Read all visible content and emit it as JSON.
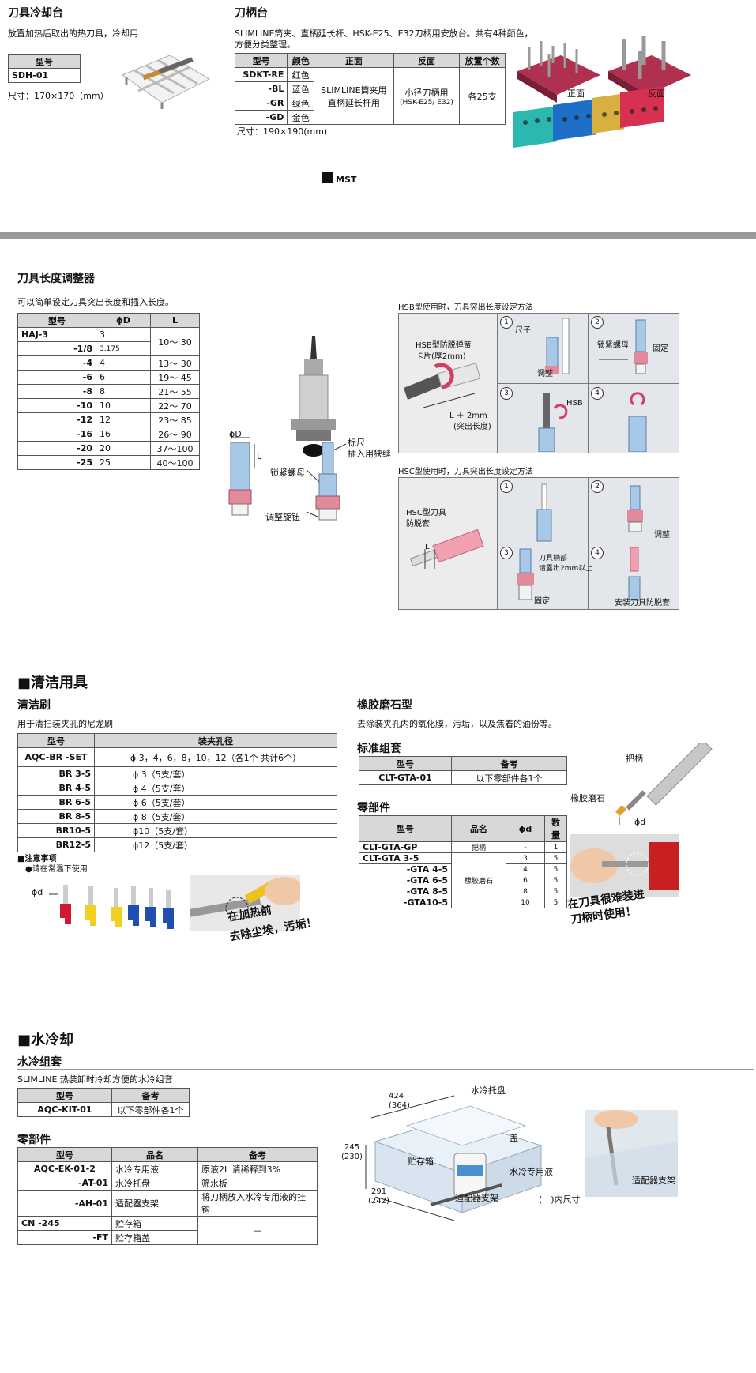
{
  "cooling": {
    "title": "刀具冷却台",
    "desc": "放置加热后取出的热刀具，冷却用",
    "header": "型号",
    "model": "SDH-01",
    "size": "尺寸：170×170（mm）"
  },
  "holder_stand": {
    "title": "刀柄台",
    "desc_line1": "SLIMLINE筒夹、直柄延长杆、HSK-E25、E32刀柄用安放台。共有4种颜色，",
    "desc_line2": "方便分类整理。",
    "headers": [
      "型号",
      "颜色",
      "正面",
      "反面",
      "放置个数"
    ],
    "rows": [
      {
        "model": "SDKT-RE",
        "color": "红色"
      },
      {
        "model": "-BL",
        "color": "蓝色"
      },
      {
        "model": "-GR",
        "color": "绿色"
      },
      {
        "model": "-GD",
        "color": "金色"
      }
    ],
    "front_line1": "SLIMLINE筒夹用",
    "front_line2": "直柄延长杆用",
    "back_line1": "小径刀柄用",
    "back_line2": "(HSK-E25/ E32)",
    "qty": "各25支",
    "size": "尺寸：190×190(mm)",
    "label_front": "正面",
    "label_back": "反面"
  },
  "logo": "MST",
  "adjuster": {
    "title": "刀具长度调整器",
    "desc": "可以简单设定刀具突出长度和插入长度。",
    "headers": [
      "型号",
      "ϕD",
      "L"
    ],
    "rows": [
      {
        "model": "HAJ-3",
        "d": "3",
        "l": "10～ 30"
      },
      {
        "model": "-1/8",
        "d": "3.175",
        "l": ""
      },
      {
        "model": "-4",
        "d": "4",
        "l": "13～ 30"
      },
      {
        "model": "-6",
        "d": "6",
        "l": "19～ 45"
      },
      {
        "model": "-8",
        "d": "8",
        "l": "21～ 55"
      },
      {
        "model": "-10",
        "d": "10",
        "l": "22～ 70"
      },
      {
        "model": "-12",
        "d": "12",
        "l": "23～ 85"
      },
      {
        "model": "-16",
        "d": "16",
        "l": "26～ 90"
      },
      {
        "model": "-20",
        "d": "20",
        "l": "37～100"
      },
      {
        "model": "-25",
        "d": "25",
        "l": "40～100"
      }
    ],
    "diag_phi_d": "ϕD",
    "diag_l": "L",
    "label_scale": "标尺",
    "label_slot": "插入用狭缝",
    "label_nut": "锁紧螺母",
    "label_knob": "调整旋钮"
  },
  "hsb": {
    "title": "HSB型使用时，刀具突出长度设定方法",
    "spring_line1": "HSB型防脱弹簧",
    "spring_line2": "卡片(厚2mm)",
    "len_line1": "L ＋ 2mm",
    "len_line2": "(突出长度)",
    "steps": [
      "1",
      "2",
      "3",
      "4"
    ],
    "ruler": "尺子",
    "adjust": "调整",
    "lock_nut": "锁紧螺母",
    "fix": "固定",
    "hsb_label": "HSB"
  },
  "hsc": {
    "title": "HSC型使用时，刀具突出长度设定方法",
    "sleeve_line1": "HSC型刀具",
    "sleeve_line2": "防脱套",
    "l": "L",
    "steps": [
      "1",
      "2",
      "3",
      "4"
    ],
    "adjust": "调整",
    "expose_line1": "刀具柄部",
    "expose_line2": "请露出2mm以上",
    "fix": "固定",
    "install": "安装刀具防脱套"
  },
  "cleaning": {
    "title": "■清洁用具",
    "brush": {
      "title": "清洁刷",
      "desc": "用于清扫装夹孔的尼龙刷",
      "headers": [
        "型号",
        "装夹孔径"
      ],
      "rows": [
        {
          "model": "AQC-BR -SET",
          "dia": "ϕ 3，4，6，8，10，12（各1个 共计6个）"
        },
        {
          "model": "BR  3-5",
          "dia": "ϕ 3（5支/套）"
        },
        {
          "model": "BR  4-5",
          "dia": "ϕ 4（5支/套）"
        },
        {
          "model": "BR  6-5",
          "dia": "ϕ 6（5支/套）"
        },
        {
          "model": "BR  8-5",
          "dia": "ϕ 8（5支/套）"
        },
        {
          "model": "BR10-5",
          "dia": "ϕ10（5支/套）"
        },
        {
          "model": "BR12-5",
          "dia": "ϕ12（5支/套）"
        }
      ],
      "note_title": "■注意事项",
      "note": "●请在常温下使用",
      "phi_d": "ϕd",
      "slogan_line1": "在加热前",
      "slogan_line2": "去除尘埃，污垢！"
    },
    "stone": {
      "title": "橡胶磨石型",
      "desc": "去除装夹孔内的氧化膜，污垢，以及焦着的油份等。",
      "set_title": "标准组套",
      "set_headers": [
        "型号",
        "备考"
      ],
      "set_row": {
        "model": "CLT-GTA-01",
        "note": "以下零部件各1个"
      },
      "parts_title": "零部件",
      "parts_headers": [
        "型号",
        "品名",
        "ϕd",
        "数量"
      ],
      "parts_rows": [
        {
          "model": "CLT-GTA-GP",
          "name": "把柄",
          "d": "-",
          "qty": "1"
        },
        {
          "model": "CLT-GTA  3-5",
          "name": "",
          "d": "3",
          "qty": "5"
        },
        {
          "model": "-GTA  4-5",
          "name": "",
          "d": "4",
          "qty": "5"
        },
        {
          "model": "-GTA  6-5",
          "name": "",
          "d": "6",
          "qty": "5"
        },
        {
          "model": "-GTA  8-5",
          "name": "",
          "d": "8",
          "qty": "5"
        },
        {
          "model": "-GTA10-5",
          "name": "",
          "d": "10",
          "qty": "5"
        }
      ],
      "stone_name": "橡胶磨石",
      "label_handle": "把柄",
      "label_stone": "橡胶磨石",
      "label_phid": "ϕd",
      "slogan_line1": "在刀具很难装进",
      "slogan_line2": "刀柄时使用！"
    }
  },
  "water": {
    "title": "■水冷却",
    "kit_title": "水冷组套",
    "desc": "SLIMLINE 热装卸时冷却方便的水冷组套",
    "kit_headers": [
      "型号",
      "备考"
    ],
    "kit_row": {
      "model": "AQC-KIT-01",
      "note": "以下零部件各1个"
    },
    "parts_title": "零部件",
    "parts_headers": [
      "型号",
      "品名",
      "备考"
    ],
    "parts_rows": [
      {
        "model": "AQC-EK-01-2",
        "name": "水冷专用液",
        "note": "原液2L 请稀释到3%"
      },
      {
        "model": "-AT-01",
        "name": "水冷托盘",
        "note": "筛水板"
      },
      {
        "model": "-AH-01",
        "name": "适配器支架",
        "note": "将刀柄放入水冷专用液的挂钩"
      },
      {
        "model": "CN  -245",
        "name": "贮存箱",
        "note": "－"
      },
      {
        "model": "-FT",
        "name": "贮存箱盖",
        "note": ""
      }
    ],
    "dim_w_line1": "424",
    "dim_w_line2": "(364)",
    "dim_h_line1": "245",
    "dim_h_line2": "(230)",
    "dim_d_line1": "291",
    "dim_d_line2": "(242)",
    "label_tray": "水冷托盘",
    "label_lid": "盖",
    "label_box": "贮存箱",
    "label_fluid": "水冷专用液",
    "label_stand": "适配器支架",
    "label_inner": "(　)内尺寸",
    "label_adapter": "适配器支架"
  }
}
